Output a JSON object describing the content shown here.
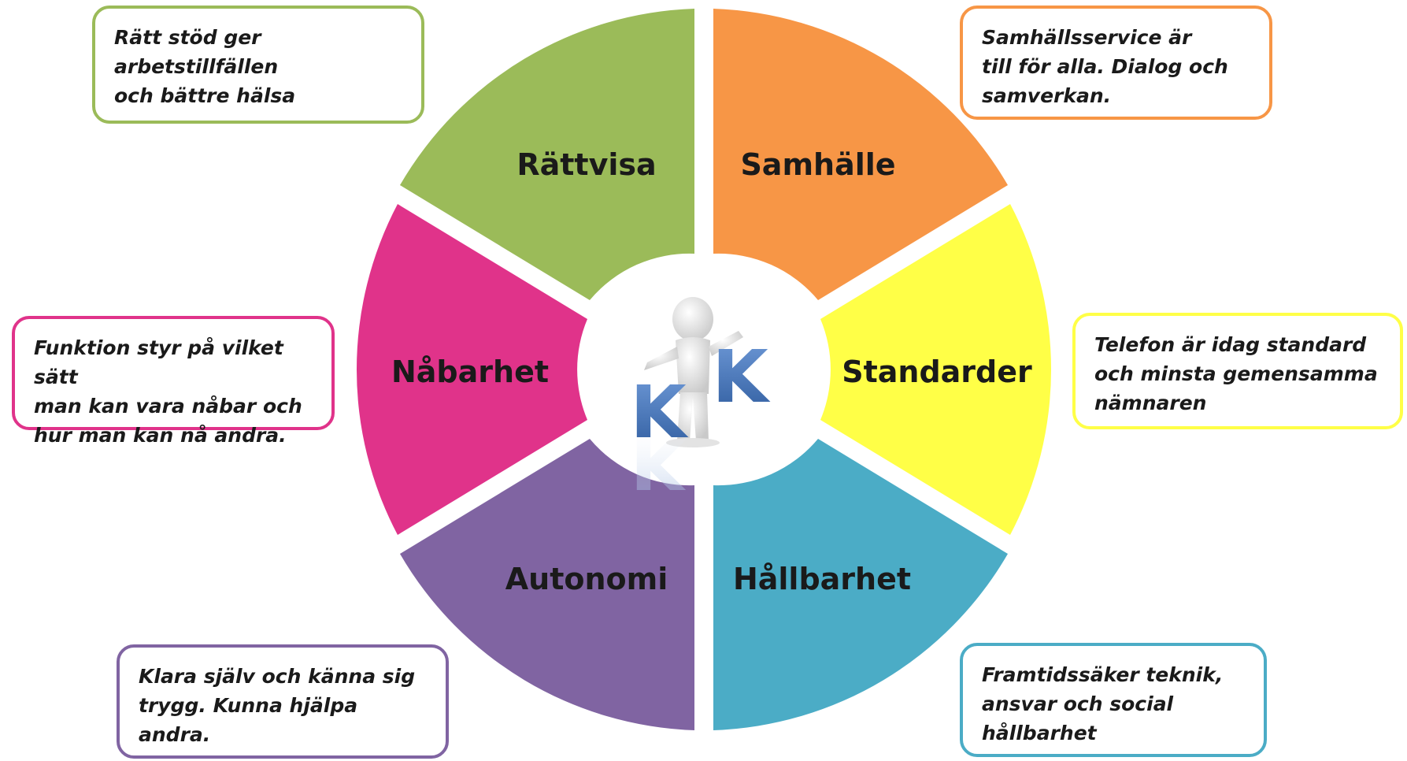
{
  "segments": [
    {
      "label": "Rättvisa",
      "color": "#9bbb59",
      "description": "Rätt stöd ger arbetstillfällen\noch bättre hälsa"
    },
    {
      "label": "Samhälle",
      "color": "#f79646",
      "description": "Samhällsservice  är\ntill för alla. Dialog och\nsamverkan."
    },
    {
      "label": "Standarder",
      "color": "#ffff47",
      "description": "Telefon är idag standard\noch minsta gemensamma\nnämnaren"
    },
    {
      "label": "Hållbarhet",
      "color": "#4bacc6",
      "description": "Framtidssäker teknik,\nansvar och social\nhållbarhet"
    },
    {
      "label": "Autonomi",
      "color": "#8064a2",
      "description": "Klara själv och känna sig\ntrygg. Kunna hjälpa andra."
    },
    {
      "label": "Nåbarhet",
      "color": "#e0338a",
      "description": "Funktion styr på vilket  sätt\nman kan vara nåbar och\nhur man kan nå andra."
    }
  ],
  "center_logo": {
    "letters": [
      "K",
      "K"
    ],
    "icon": "person-presenting-icon",
    "color": "#3f6fb5"
  }
}
